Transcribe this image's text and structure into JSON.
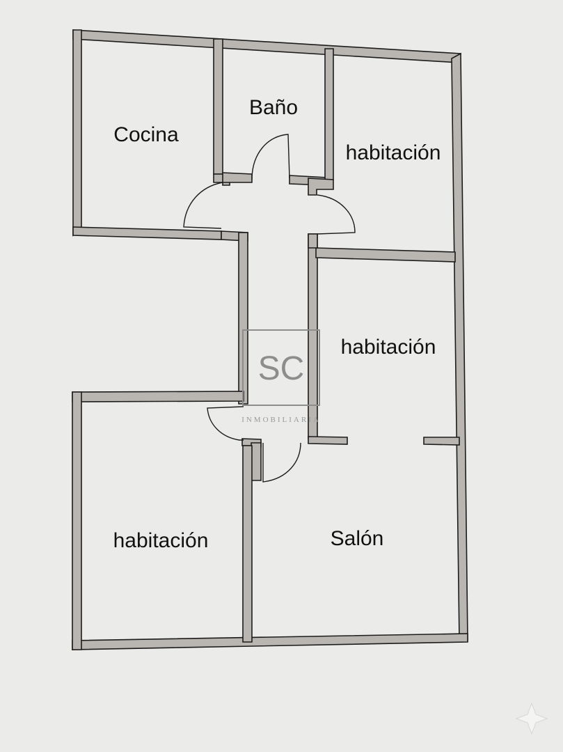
{
  "rooms": {
    "kitchen": "Cocina",
    "bathroom": "Baño",
    "bedroom_top_right": "habitación",
    "bedroom_middle_right": "habitación",
    "bedroom_bottom_left": "habitación",
    "living_room": "Salón"
  },
  "watermark": {
    "monogram": "SC",
    "subtitle": "INMOBILIARIA"
  },
  "colors": {
    "background": "#ebebe9",
    "wall_fill": "#b9b6b1",
    "line": "#1c1c1c",
    "watermark": "#8d8d8d"
  }
}
